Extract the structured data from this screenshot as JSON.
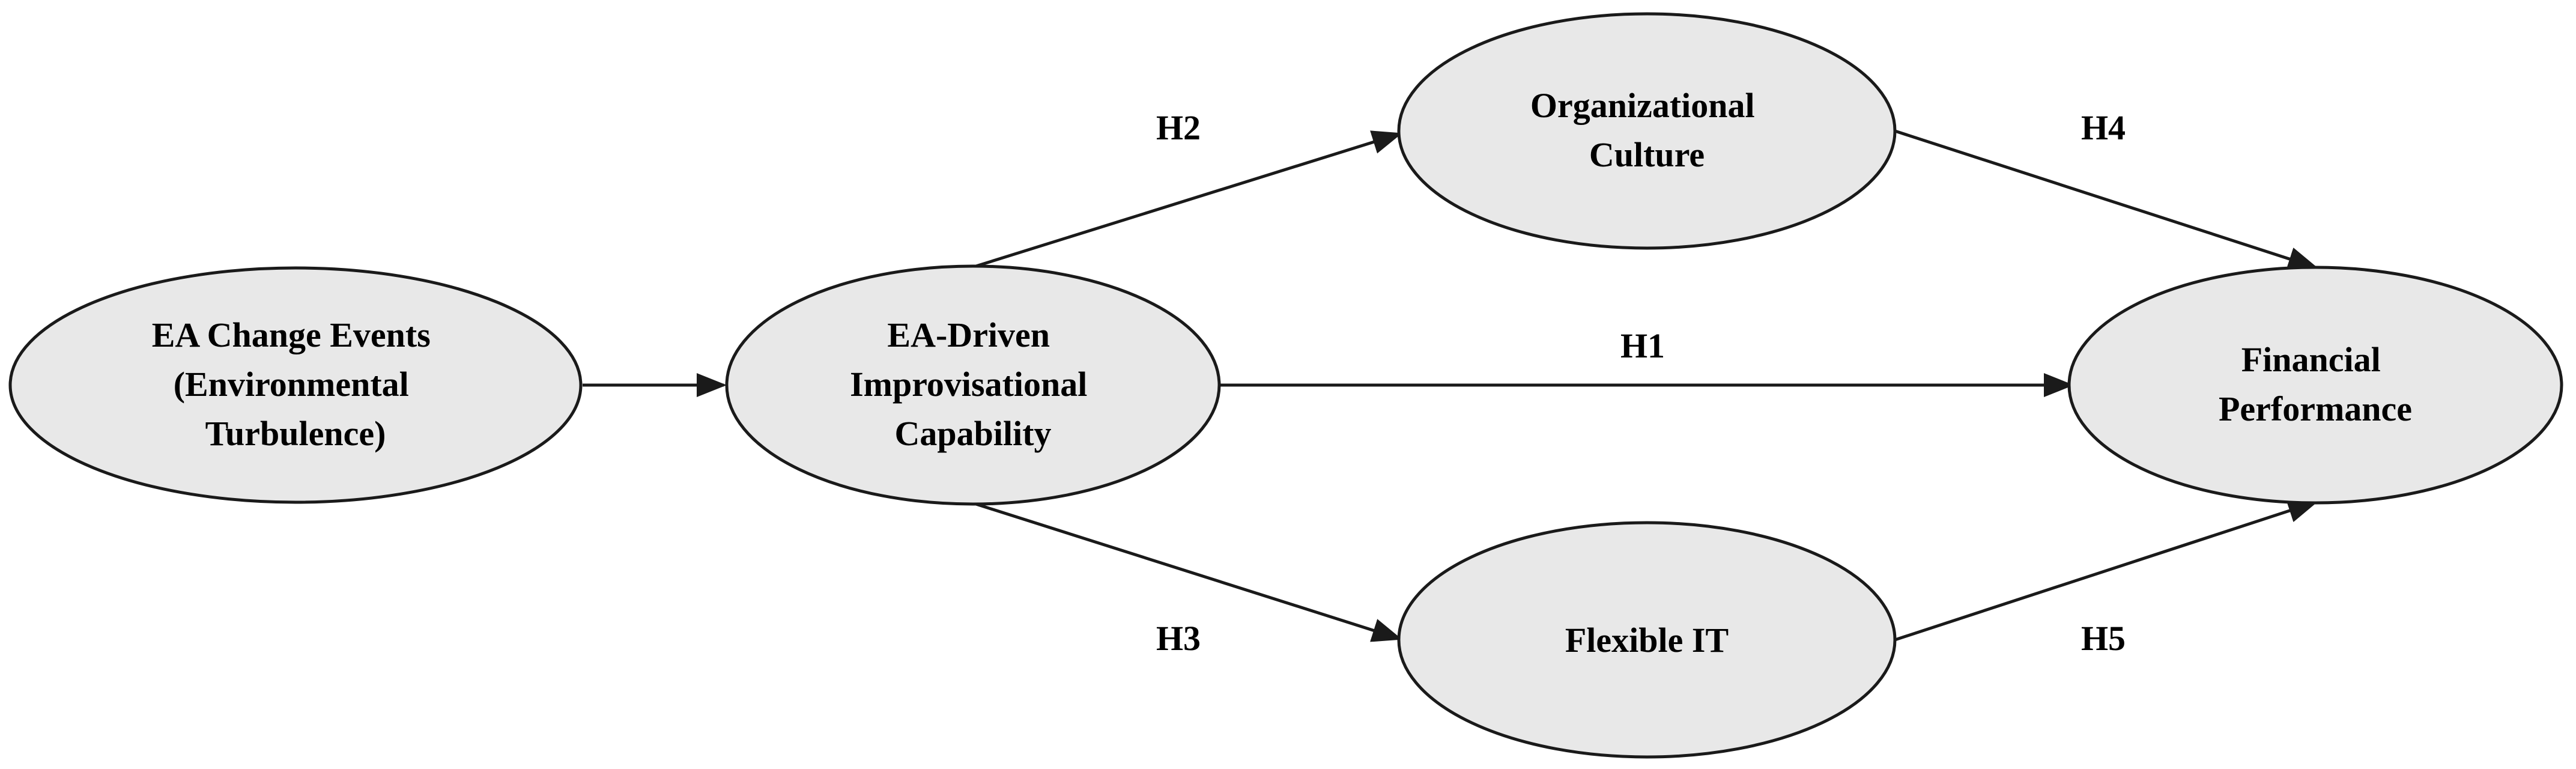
{
  "nodes": [
    {
      "id": "ea-change-events",
      "lines": [
        "EA Change Events",
        "(Environmental",
        "Turbulence)"
      ]
    },
    {
      "id": "ea-driven-improvisational-capability",
      "lines": [
        "EA-Driven",
        "Improvisational",
        "Capability"
      ]
    },
    {
      "id": "organizational-culture",
      "lines": [
        "Organizational",
        "Culture"
      ]
    },
    {
      "id": "flexible-it",
      "lines": [
        "Flexible IT"
      ]
    },
    {
      "id": "financial-performance",
      "lines": [
        "Financial",
        "Performance"
      ]
    }
  ],
  "edges": [
    {
      "id": "change-to-capability",
      "from": "ea-change-events",
      "to": "ea-driven-improvisational-capability",
      "label": ""
    },
    {
      "id": "h1",
      "from": "ea-driven-improvisational-capability",
      "to": "financial-performance",
      "label": "H1"
    },
    {
      "id": "h2",
      "from": "ea-driven-improvisational-capability",
      "to": "organizational-culture",
      "label": "H2"
    },
    {
      "id": "h3",
      "from": "ea-driven-improvisational-capability",
      "to": "flexible-it",
      "label": "H3"
    },
    {
      "id": "h4",
      "from": "organizational-culture",
      "to": "financial-performance",
      "label": "H4"
    },
    {
      "id": "h5",
      "from": "flexible-it",
      "to": "financial-performance",
      "label": "H5"
    }
  ],
  "colors": {
    "node_fill": "#e8e8e8",
    "stroke": "#1a1a1a",
    "text": "#000000",
    "background": "#ffffff"
  }
}
